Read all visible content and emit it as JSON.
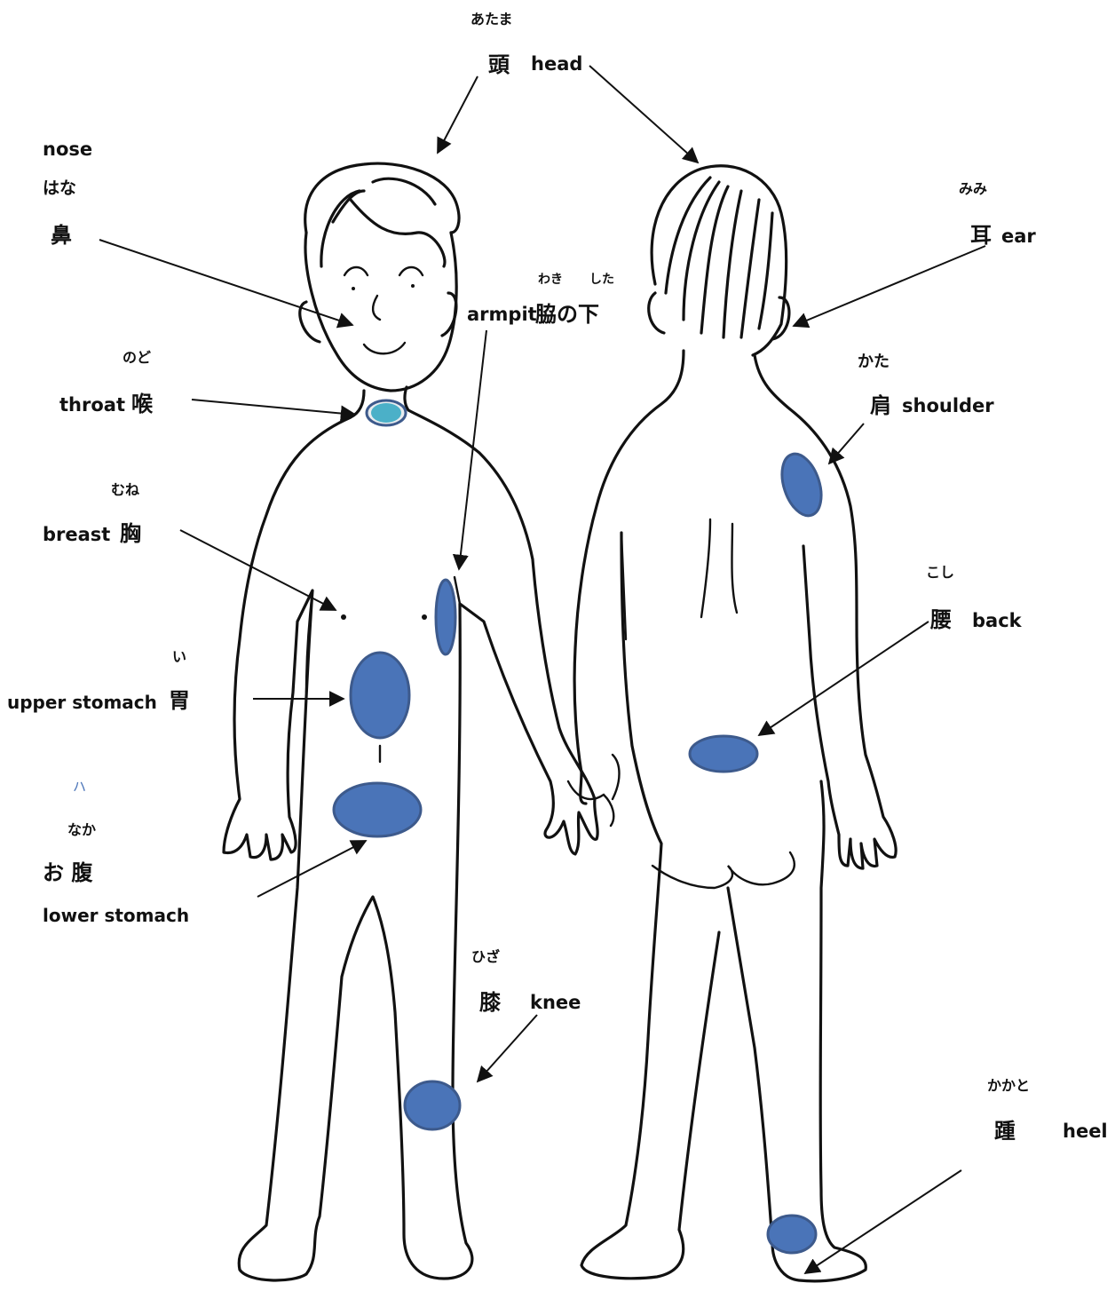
{
  "colors": {
    "spot": "#4a74b8",
    "spot_stroke": "#3d5a8c",
    "throat_patch": "#4bb0c8",
    "outline": "#111111"
  },
  "labels": {
    "head": {
      "ruby": "あたま",
      "kanji": "頭",
      "english": "head"
    },
    "nose": {
      "english": "nose",
      "kana": "はな",
      "kanji": "鼻"
    },
    "ear": {
      "ruby": "みみ",
      "kanji": "耳",
      "english": "ear"
    },
    "armpit": {
      "ruby1": "わき",
      "ruby2": "した",
      "english": "armpit",
      "kanji": "脇の下"
    },
    "throat": {
      "ruby": "のど",
      "english": "throat",
      "kanji": "喉"
    },
    "shoulder": {
      "ruby": "かた",
      "kanji": "肩",
      "english": "shoulder"
    },
    "breast": {
      "ruby": "むね",
      "english": "breast",
      "kanji": "胸"
    },
    "back": {
      "ruby": "こし",
      "kanji": "腰",
      "english": "back"
    },
    "upper_stomach": {
      "ruby": "い",
      "english": "upper stomach",
      "kanji": "胃"
    },
    "lower_stomach": {
      "stray_mark": "ハ",
      "ruby": "なか",
      "kanji": "お 腹",
      "english": "lower stomach"
    },
    "knee": {
      "ruby": "ひざ",
      "kanji": "膝",
      "english": "knee"
    },
    "heel": {
      "ruby": "かかと",
      "kanji": "踵",
      "english": "heel"
    }
  }
}
